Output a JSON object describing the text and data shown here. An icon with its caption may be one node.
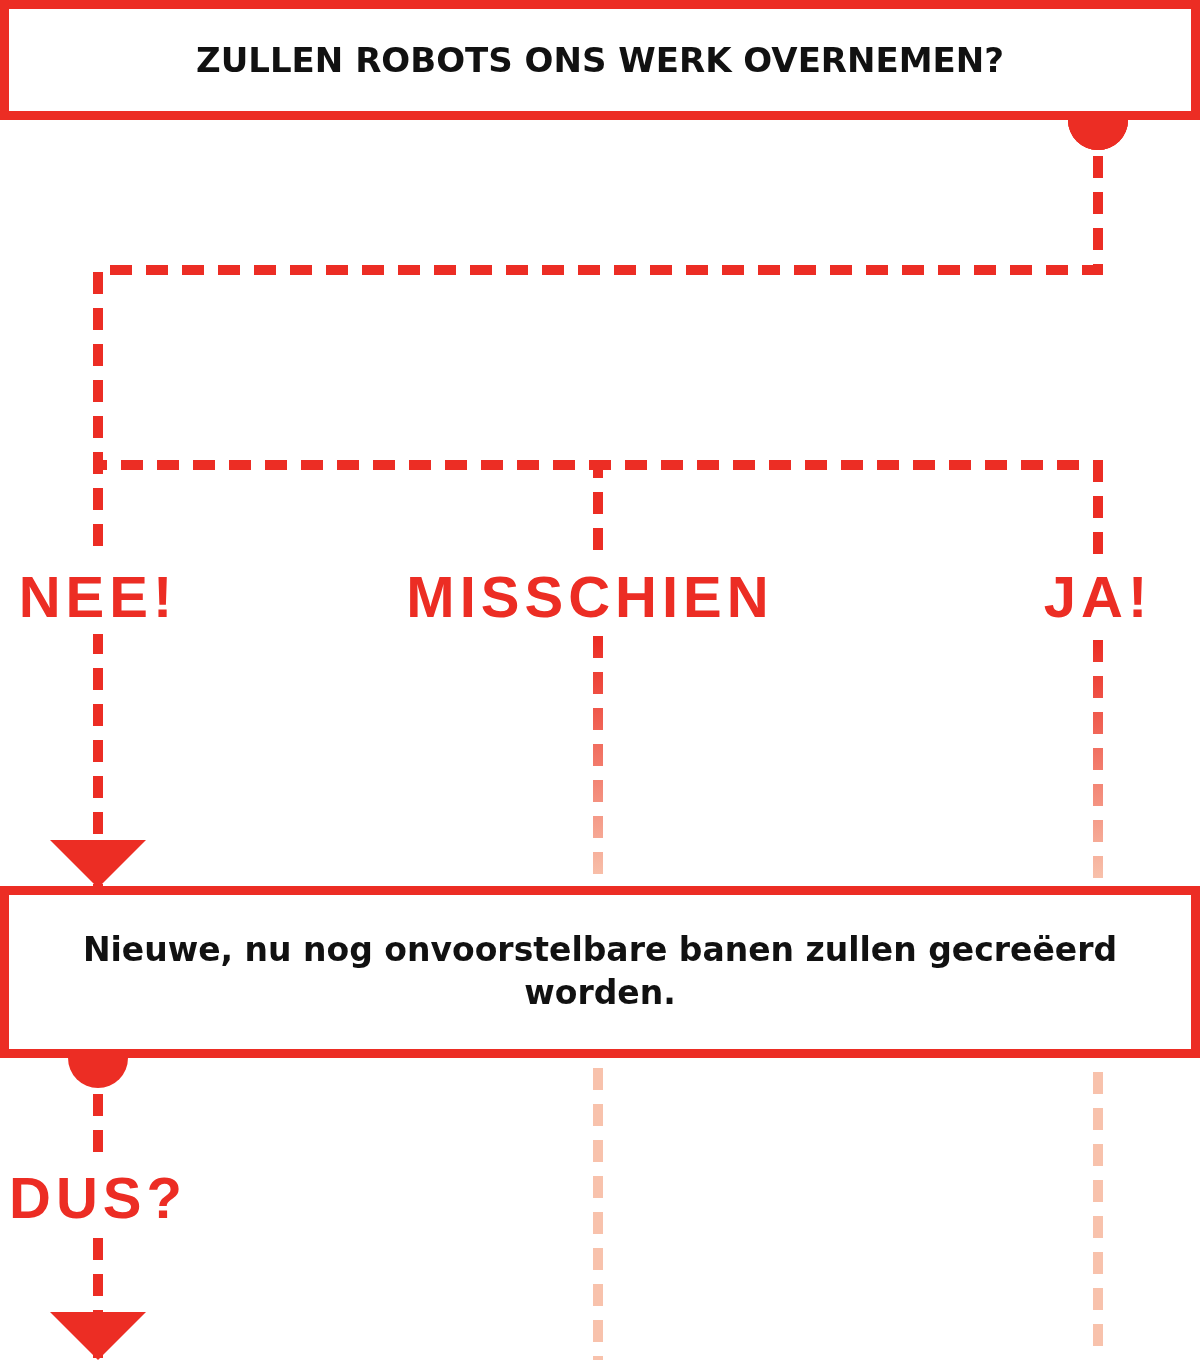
{
  "diagram": {
    "nodes": [
      {
        "text": [
          "ZULLEN ROBOTS ONS WERK OVERNEMEN?"
        ]
      },
      {
        "text": [
          "Nieuwe, nu nog onvoorstelbare banen zullen gecreëerd worden."
        ]
      }
    ],
    "edges": [
      {
        "from": 0,
        "to": 1,
        "arrow": "to",
        "label": "NEE!",
        "style": "dashed"
      },
      {
        "from": 0,
        "to": null,
        "arrow": "other",
        "label": "MISSCHIEN",
        "style": "dashed"
      },
      {
        "from": 0,
        "to": null,
        "arrow": "other",
        "label": "JA!",
        "style": "dashed"
      },
      {
        "from": 1,
        "to": null,
        "arrow": "to",
        "label": "DUS?",
        "style": "dashed"
      }
    ]
  }
}
